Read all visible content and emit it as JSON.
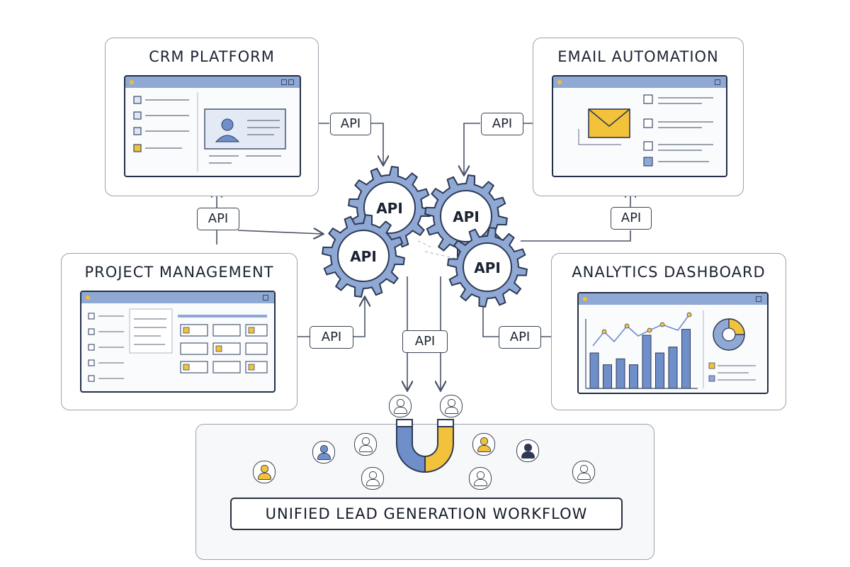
{
  "panels": {
    "crm": {
      "title": "CRM PLATFORM"
    },
    "email": {
      "title": "EMAIL AUTOMATION"
    },
    "project": {
      "title": "PROJECT MANAGEMENT"
    },
    "analytics": {
      "title": "ANALYTICS DASHBOARD"
    }
  },
  "api_tags": {
    "crm_top": "API",
    "crm_left": "API",
    "email_top": "API",
    "email_right": "API",
    "project": "API",
    "center": "API",
    "analytics": "API"
  },
  "gears": {
    "top_left": "API",
    "top_right": "API",
    "bottom_left": "API",
    "bottom_right": "API"
  },
  "workflow": {
    "label": "UNIFIED LEAD GENERATION WORKFLOW"
  },
  "analytics_chart": {
    "bar_values": [
      3,
      2,
      2.5,
      2,
      4.5,
      3,
      3.5,
      5
    ],
    "ymax": 6
  },
  "colors": {
    "gear_fill": "#8fa8d4",
    "gear_stroke": "#2d3a55",
    "accent_yellow": "#f2c23a",
    "accent_blue": "#6f8fcb"
  }
}
